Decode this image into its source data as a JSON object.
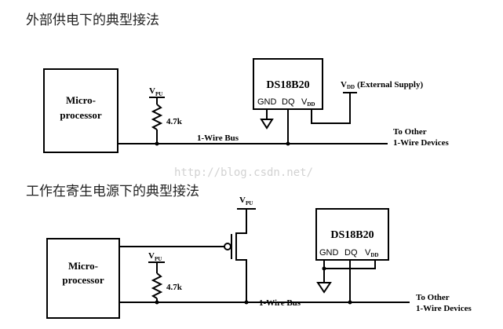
{
  "titles": {
    "external": "外部供电下的典型接法",
    "parasitic": "工作在寄生电源下的典型接法"
  },
  "watermark": "http://blog.csdn.net/",
  "labels": {
    "micro_line1": "Micro-",
    "micro_line2": "processor",
    "chip": "DS18B20",
    "pin_gnd": "GND",
    "pin_dq": "DQ",
    "pin_v": "V",
    "pin_v_sub": "DD",
    "vpu_v": "V",
    "vpu_sub": "PU",
    "resistor": "4.7k",
    "bus": "1-Wire Bus",
    "to_other_1": "To Other",
    "to_other_2": "1-Wire Devices",
    "vdd_v": "V",
    "vdd_sub": "DD",
    "vdd_note": "(External Supply)"
  }
}
